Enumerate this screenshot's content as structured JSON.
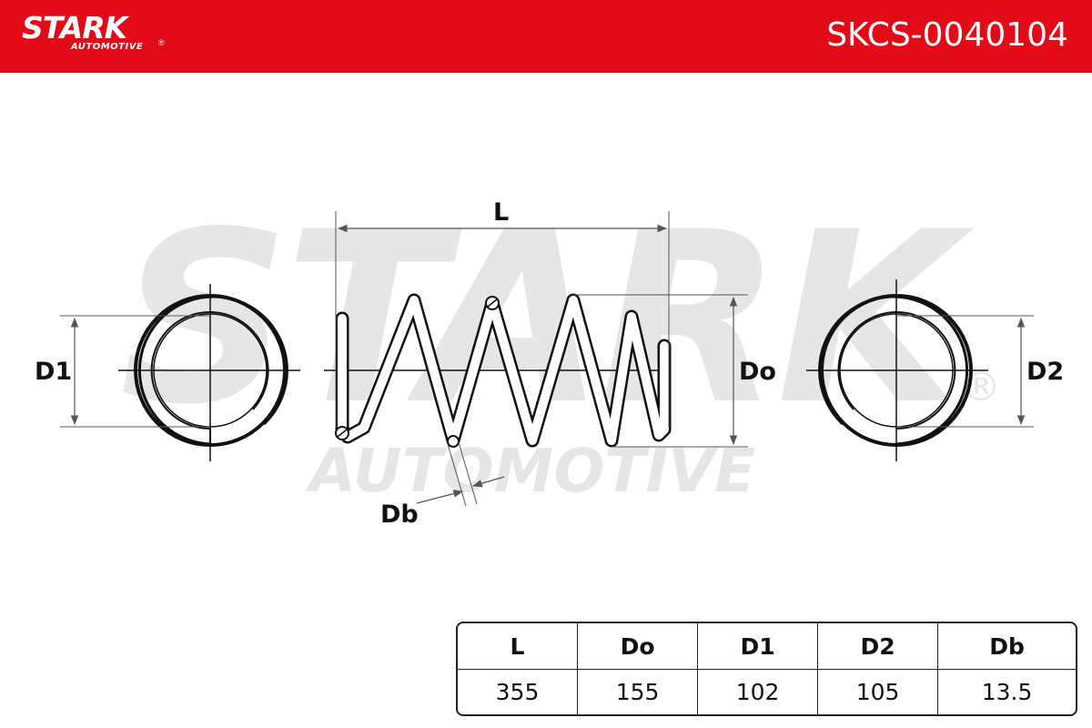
{
  "header": {
    "brand_name": "STARK",
    "brand_reg": "®",
    "brand_sub": "AUTOMOTIVE",
    "part_number": "SKCS-0040104",
    "background_color": "#e20a17"
  },
  "watermark": {
    "main": "STARK",
    "sub": "AUTOMOTIVE",
    "reg": "®"
  },
  "diagram": {
    "labels": {
      "length": "L",
      "outer_diameter": "Do",
      "diameter_1": "D1",
      "diameter_2": "D2",
      "wire_diameter": "Db"
    }
  },
  "spec_table": {
    "headers": [
      "L",
      "Do",
      "D1",
      "D2",
      "Db"
    ],
    "values": [
      "355",
      "155",
      "102",
      "105",
      "13.5"
    ]
  }
}
